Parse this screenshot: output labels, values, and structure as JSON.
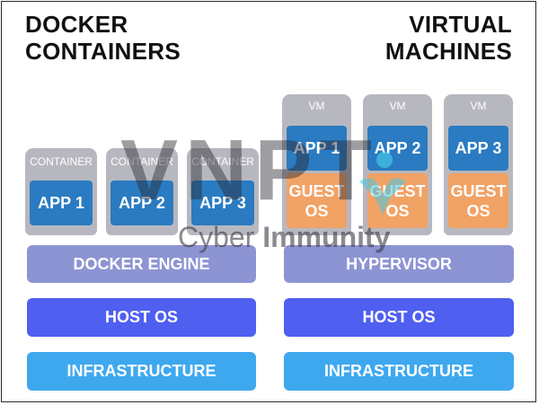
{
  "titles": {
    "left_line1": "DOCKER",
    "left_line2": "CONTAINERS",
    "right_line1": "VIRTUAL",
    "right_line2": "MACHINES"
  },
  "containers": [
    {
      "label": "CONTAINER",
      "app": "APP 1"
    },
    {
      "label": "CONTAINER",
      "app": "APP 2"
    },
    {
      "label": "CONTAINER",
      "app": "APP 3"
    }
  ],
  "vms": [
    {
      "label": "VM",
      "app": "APP 1",
      "guest": "GUEST OS"
    },
    {
      "label": "VM",
      "app": "APP 2",
      "guest": "GUEST OS"
    },
    {
      "label": "VM",
      "app": "APP 3",
      "guest": "GUEST OS"
    }
  ],
  "left_stack": {
    "engine": "DOCKER ENGINE",
    "host": "HOST OS",
    "infra": "INFRASTRUCTURE"
  },
  "right_stack": {
    "hypervisor": "HYPERVISOR",
    "host": "HOST OS",
    "infra": "INFRASTRUCTURE"
  },
  "watermark": {
    "brand": "VNPT",
    "sub_light": "Cyber",
    "sub_bold": "Immunity"
  },
  "colors": {
    "app": "#2a7bc1",
    "guest_os": "#f1a265",
    "engine": "#8d94d3",
    "host_os": "#4f5ff0",
    "infrastructure": "#3ea8ef",
    "card": "#b7b8bf"
  }
}
